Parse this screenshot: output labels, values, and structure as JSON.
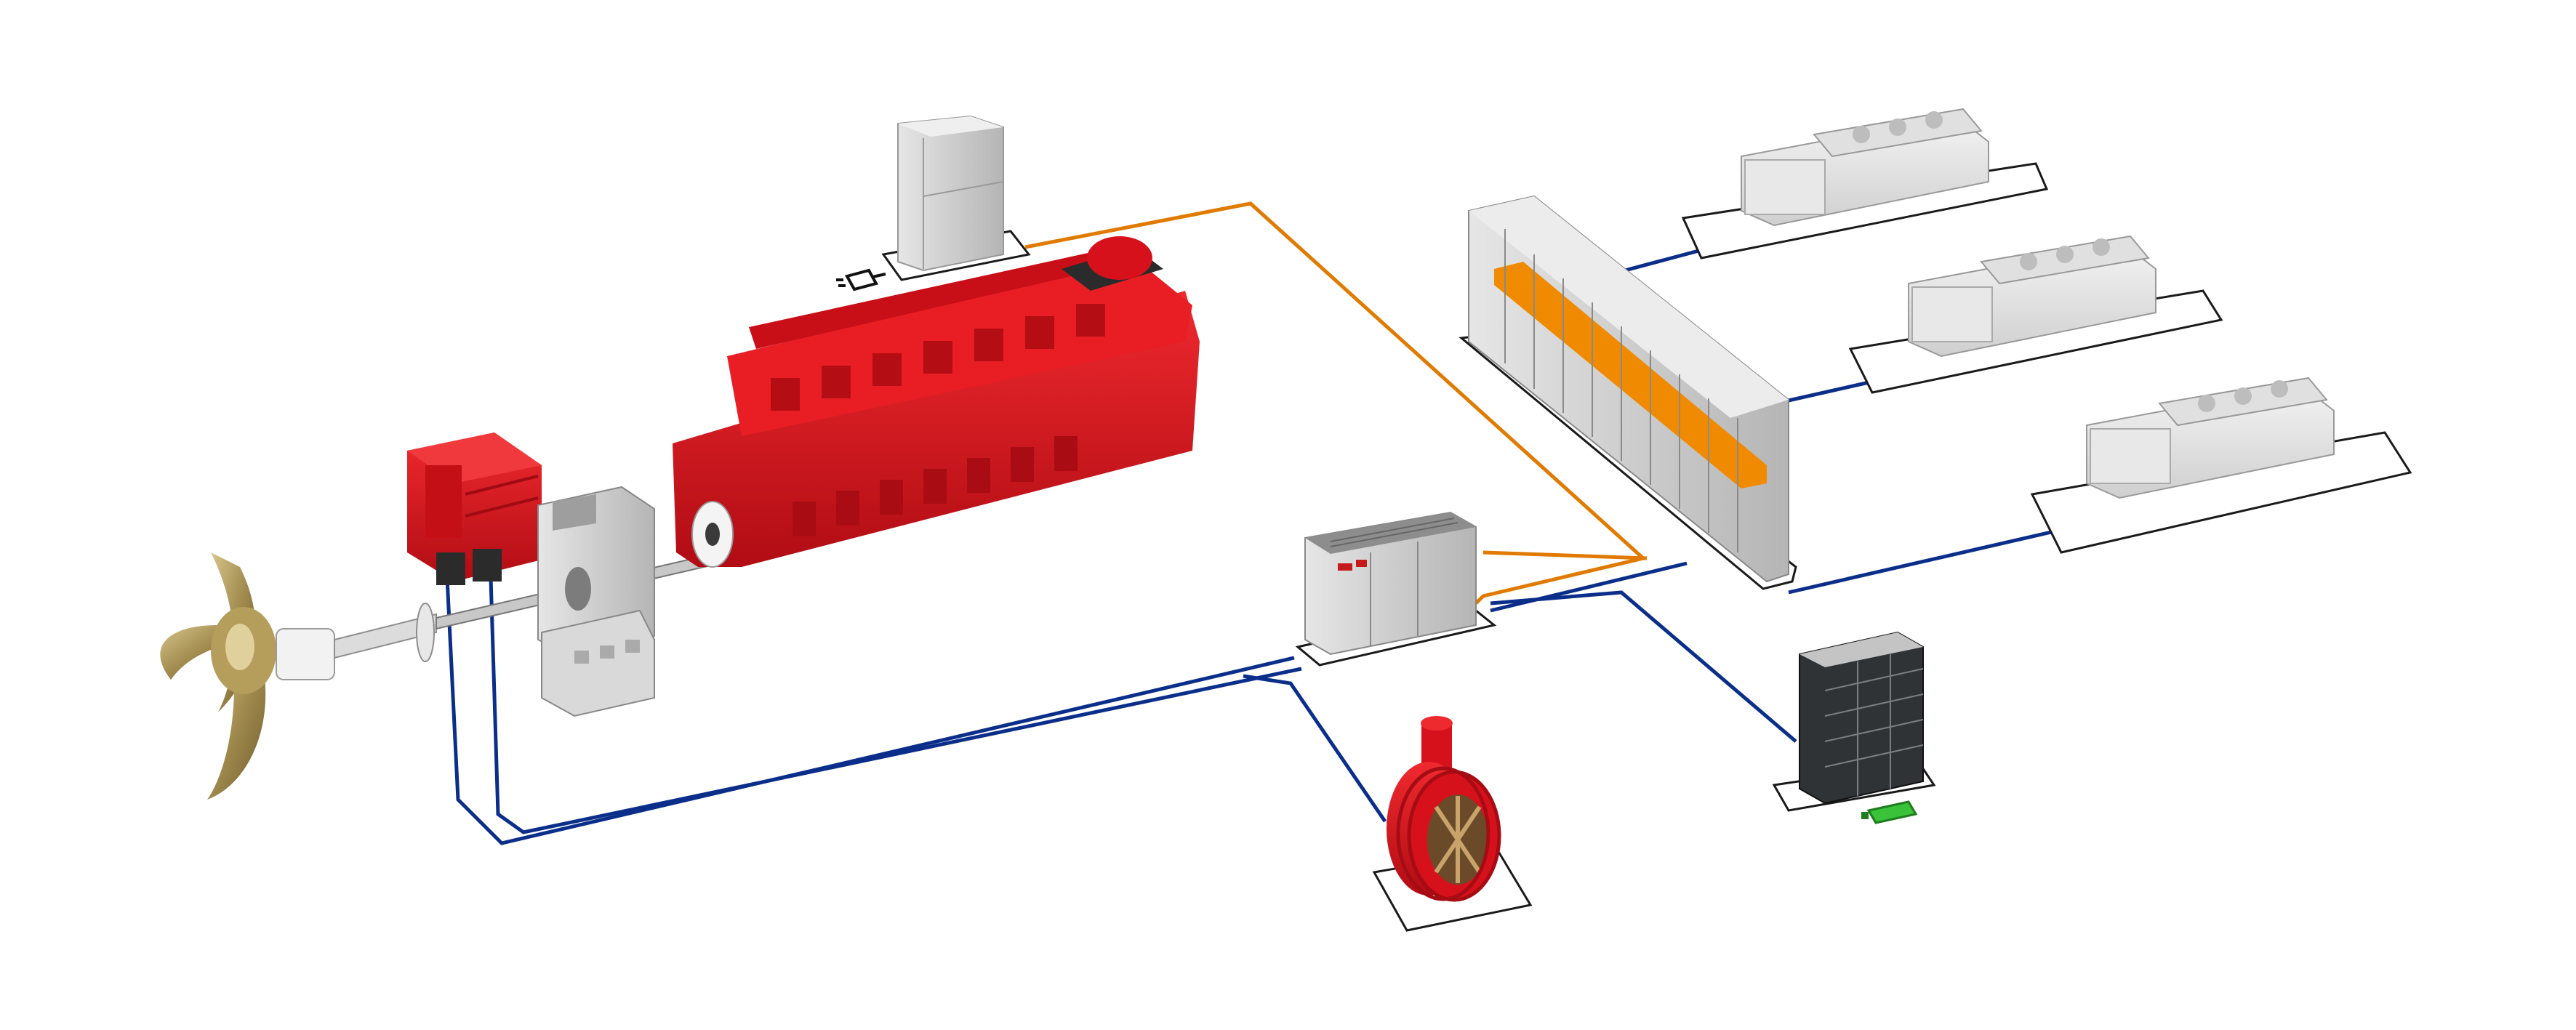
{
  "colors": {
    "background": "#ffffff",
    "power_cable": "#0a2e8a",
    "shore_cable": "#e07a00",
    "engine_red": "#d7111b",
    "cabinet_grey": "#c9c9c9",
    "cabinet_stripe": "#f08a00",
    "propeller_bronze": "#a08a4e",
    "battery_dark": "#2f3336",
    "charge_green": "#39c23a",
    "pad_outline": "#1a1a1a"
  },
  "components": [
    {
      "name": "propeller",
      "icon": "propeller-icon"
    },
    {
      "name": "shaft-generator-motor",
      "icon": "electric-motor-icon"
    },
    {
      "name": "gearbox",
      "icon": "gearbox-icon"
    },
    {
      "name": "main-engine",
      "icon": "diesel-engine-icon"
    },
    {
      "name": "shore-connection-cabinet",
      "icon": "cabinet-icon"
    },
    {
      "name": "shore-power-plug",
      "icon": "power-plug-icon"
    },
    {
      "name": "power-converter",
      "icon": "converter-cabinet-icon"
    },
    {
      "name": "main-switchboard",
      "icon": "switchboard-icon"
    },
    {
      "name": "genset-1",
      "icon": "generator-set-icon"
    },
    {
      "name": "genset-2",
      "icon": "generator-set-icon"
    },
    {
      "name": "genset-3",
      "icon": "generator-set-icon"
    },
    {
      "name": "battery-energy-storage",
      "icon": "battery-rack-icon"
    },
    {
      "name": "battery-charge-indicator",
      "icon": "battery-icon"
    },
    {
      "name": "bow-thruster",
      "icon": "thruster-fan-icon"
    }
  ]
}
